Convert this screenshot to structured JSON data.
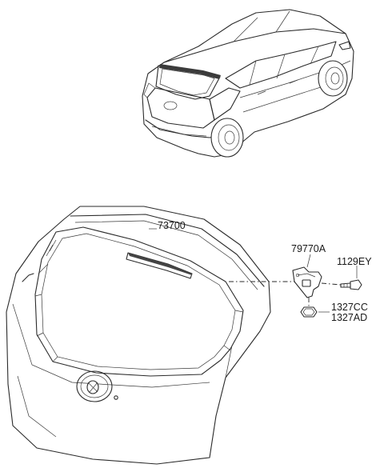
{
  "labels": {
    "tailgate": "73700",
    "latch": "79770A",
    "bolt": "1129EY",
    "nut_a": "1327CC",
    "nut_b": "1327AD"
  },
  "colors": {
    "line": "#2b2b2b",
    "background": "#ffffff",
    "text": "#1a1a1a"
  }
}
